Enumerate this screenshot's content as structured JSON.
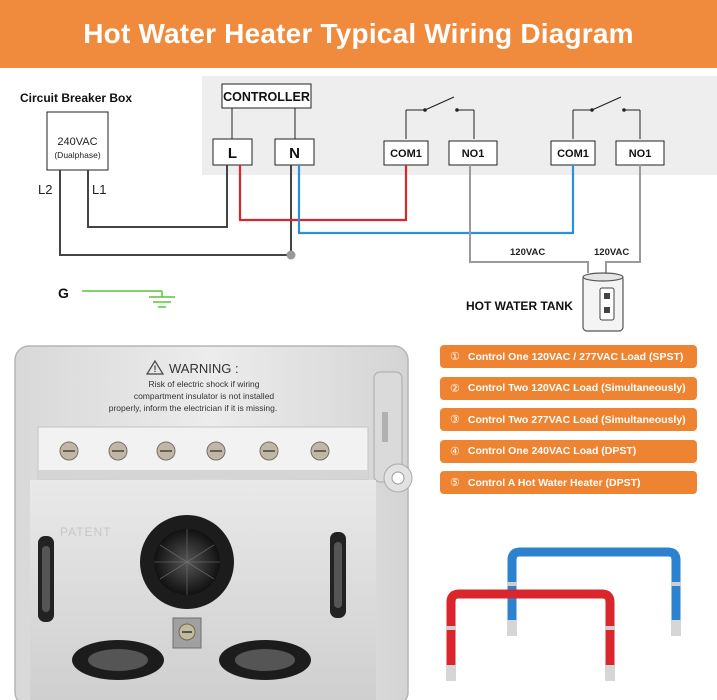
{
  "title": "Hot Water Heater Typical Wiring Diagram",
  "diagram": {
    "breaker_box_label": "Circuit Breaker Box",
    "breaker_voltage": "240VAC",
    "breaker_phase": "(Dualphase)",
    "l2_label": "L2",
    "l1_label": "L1",
    "controller_label": "CONTROLLER",
    "terminal_l": "L",
    "terminal_n": "N",
    "terminal_com1_a": "COM1",
    "terminal_no1_a": "NO1",
    "terminal_com1_b": "COM1",
    "terminal_no1_b": "NO1",
    "voltage_left": "120VAC",
    "voltage_right": "120VAC",
    "ground_label": "G",
    "tank_label": "HOT WATER TANK",
    "colors": {
      "red_wire": "#d9262d",
      "blue_wire": "#2d8fd8",
      "ground_wire": "#5cc43a",
      "dark_wire": "#444444",
      "grey_wire": "#9a9a9a"
    }
  },
  "enclosure": {
    "warning_title": "WARNING :",
    "warning_line1": "Risk of electric shock if wiring",
    "warning_line2": "compartment insulator is not installed",
    "warning_line3": "properly, inform the electrician if it is missing.",
    "patent_text": "PATENT"
  },
  "loads": [
    {
      "num": "①",
      "label": "Control One 120VAC / 277VAC Load (SPST)"
    },
    {
      "num": "②",
      "label": "Control Two 120VAC Load (Simultaneously)"
    },
    {
      "num": "③",
      "label": "Control Two 277VAC Load (Simultaneously)"
    },
    {
      "num": "④",
      "label": "Control One 240VAC Load (DPST)"
    },
    {
      "num": "⑤",
      "label": "Control A Hot Water Heater (DPST)"
    }
  ],
  "accent_color": "#f08a3c"
}
